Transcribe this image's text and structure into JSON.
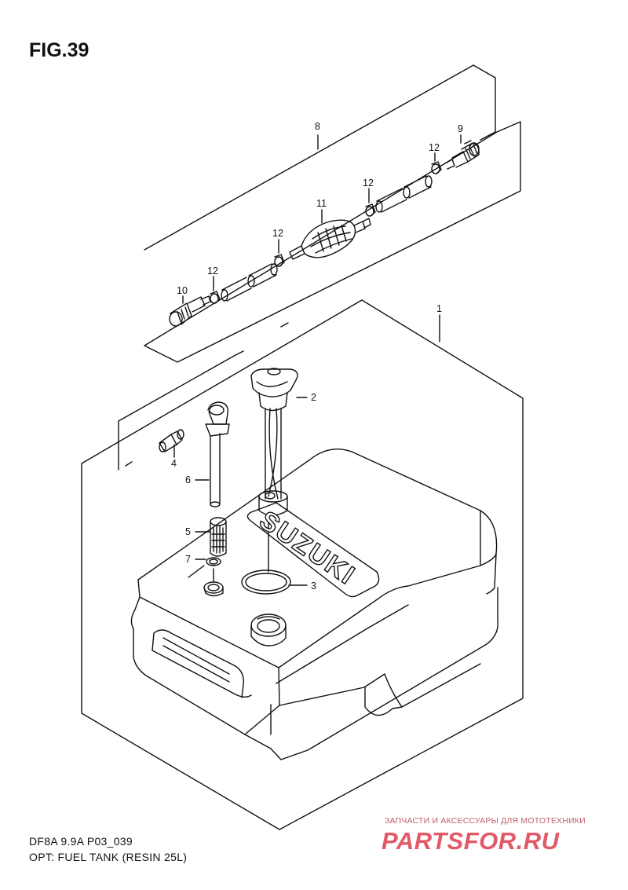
{
  "figure": {
    "title": "FIG.39",
    "model_code": "DF8A 9.9A P03_039",
    "caption": "OPT: FUEL TANK (RESIN 25L)"
  },
  "tank_emboss": "SUZUKI",
  "callouts": [
    {
      "id": "1",
      "label": "1"
    },
    {
      "id": "2",
      "label": "2"
    },
    {
      "id": "3",
      "label": "3"
    },
    {
      "id": "4",
      "label": "4"
    },
    {
      "id": "5",
      "label": "5"
    },
    {
      "id": "6",
      "label": "6"
    },
    {
      "id": "7",
      "label": "7"
    },
    {
      "id": "8",
      "label": "8"
    },
    {
      "id": "9",
      "label": "9"
    },
    {
      "id": "10",
      "label": "10"
    },
    {
      "id": "11",
      "label": "11"
    },
    {
      "id": "12a",
      "label": "12"
    },
    {
      "id": "12b",
      "label": "12"
    },
    {
      "id": "12c",
      "label": "12"
    },
    {
      "id": "12d",
      "label": "12"
    }
  ],
  "watermark": {
    "tagline": "ЗАПЧАСТИ И АКСЕССУАРЫ ДЛЯ МОТОТЕХНИКИ",
    "logo": "PARTSFOR.RU",
    "accent_color": "#e25a68"
  }
}
